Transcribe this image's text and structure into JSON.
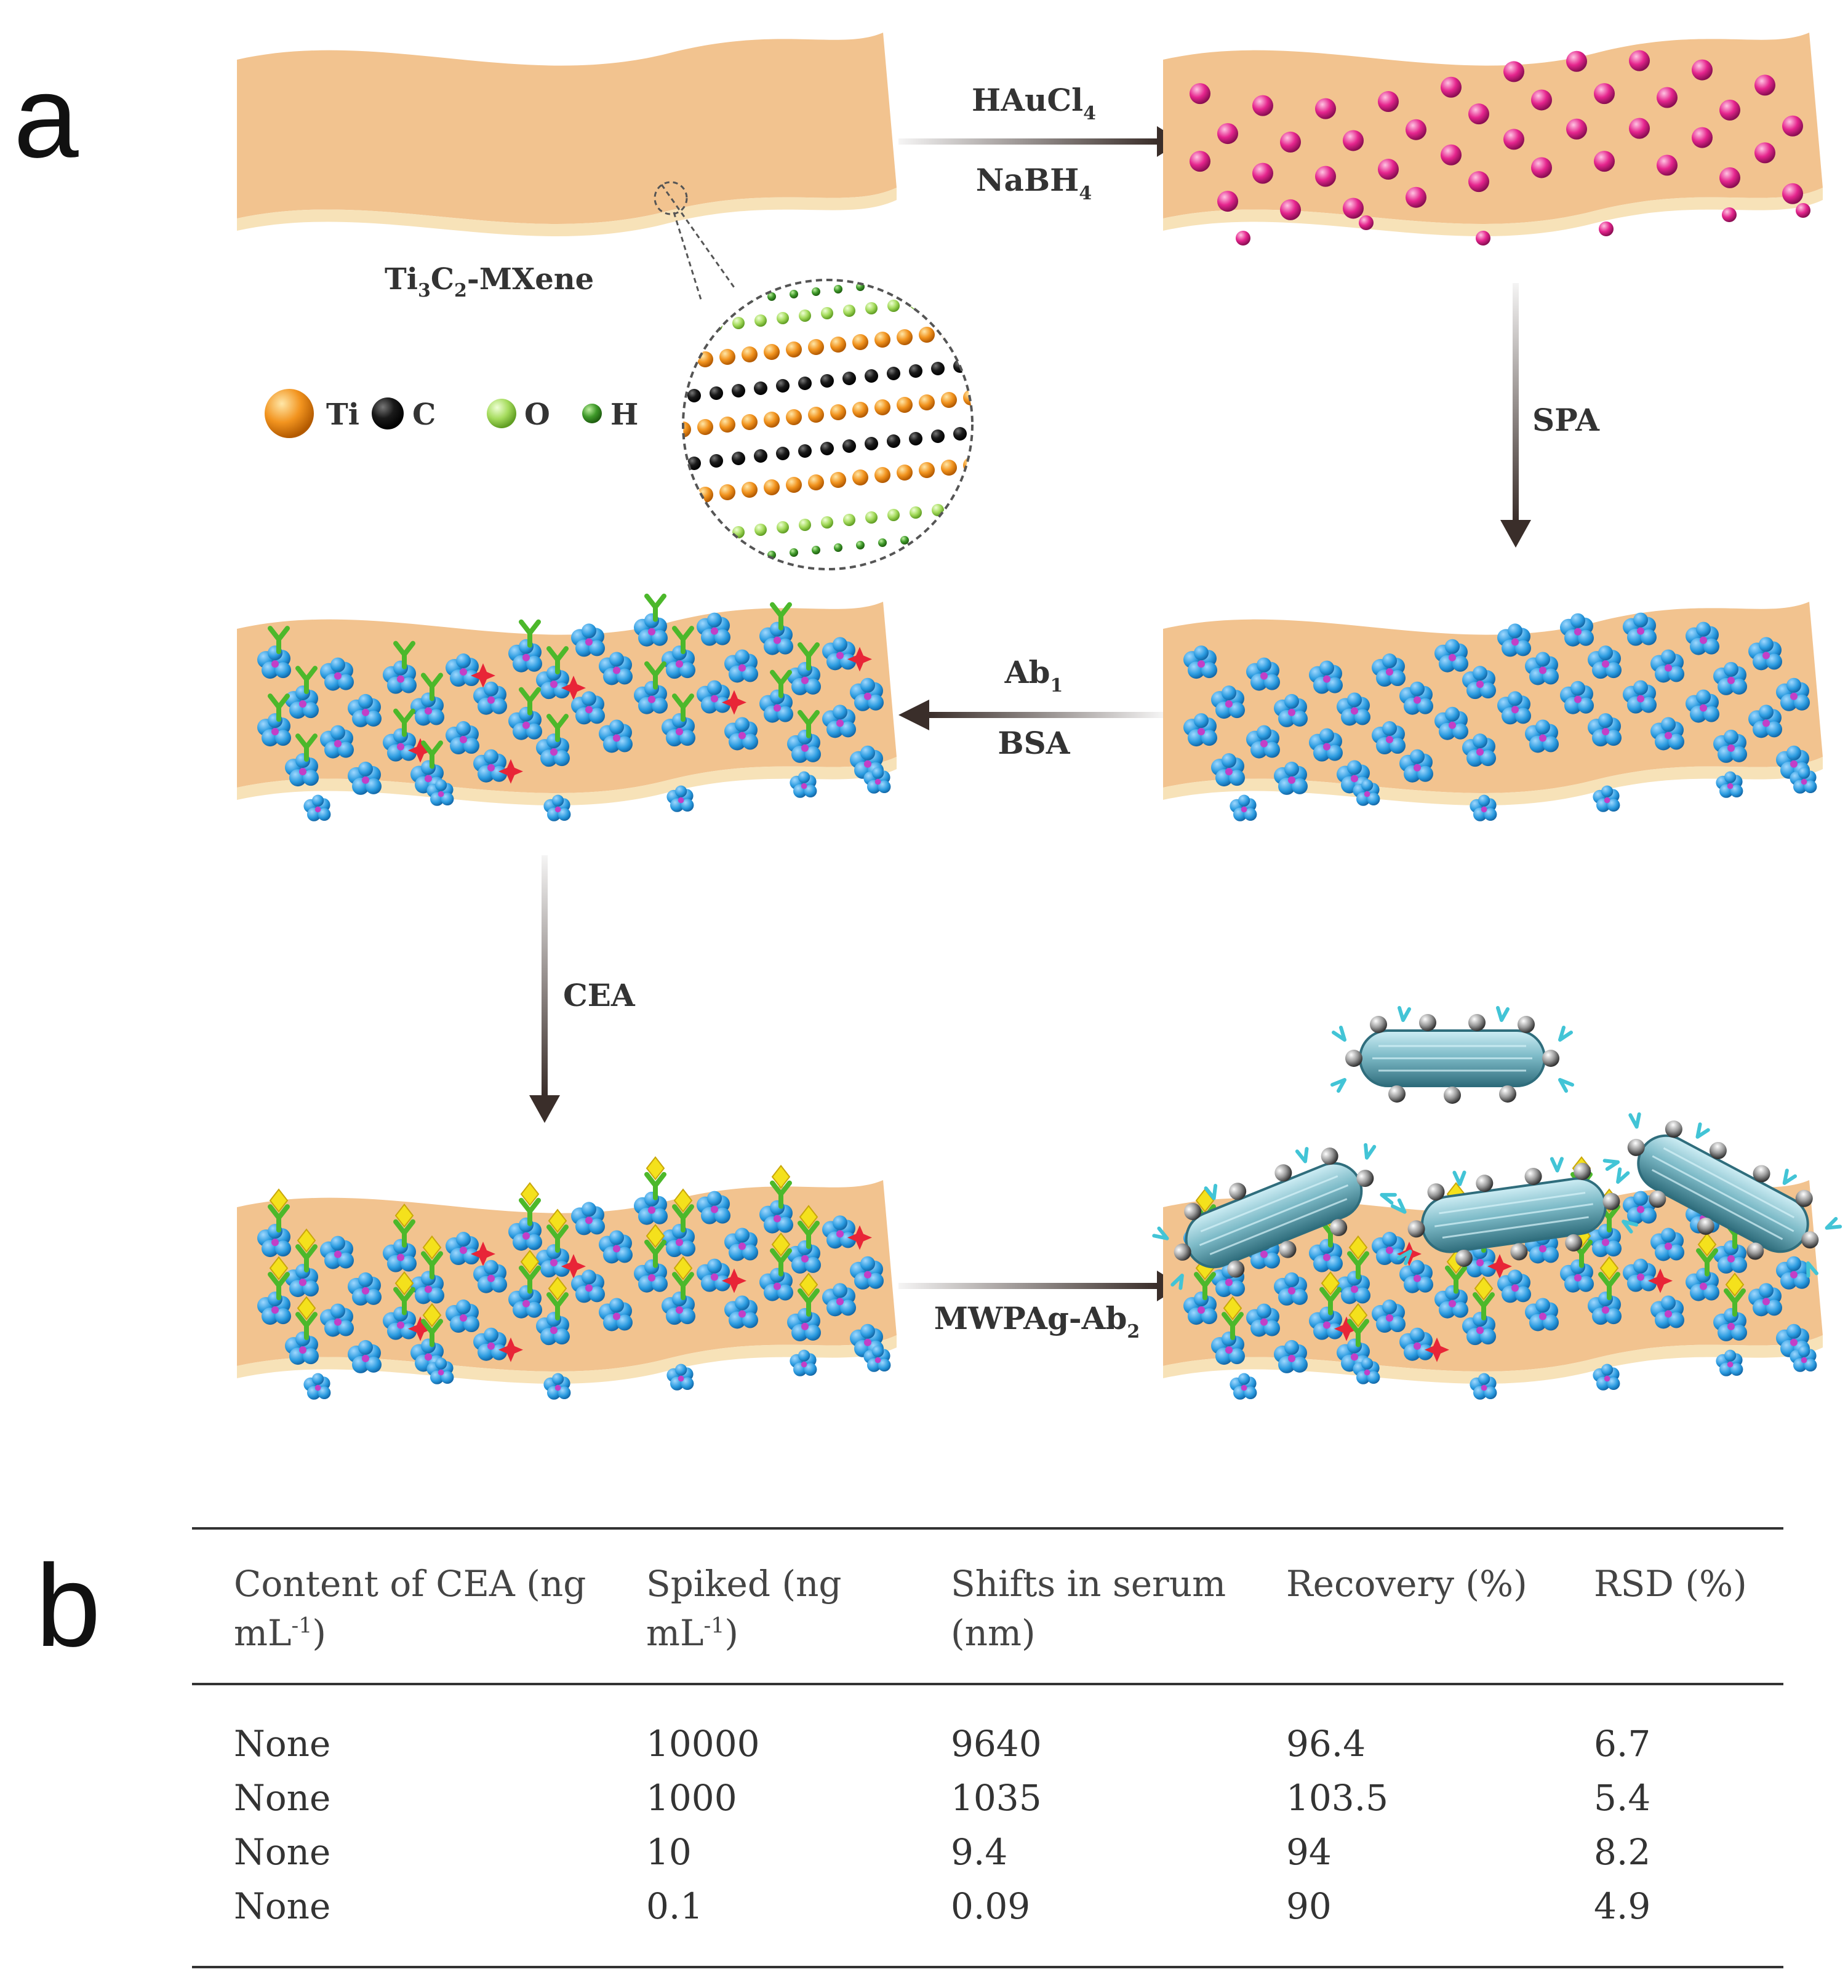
{
  "panel_a": {
    "letter": "a",
    "mxene_label": {
      "main": "Ti",
      "s1": "3",
      "mid": "C",
      "s2": "2",
      "tail": "-MXene"
    },
    "legend": [
      {
        "symbol": "Ti",
        "color": "#f2941f"
      },
      {
        "symbol": "C",
        "color": "#1a1a1a"
      },
      {
        "symbol": "O",
        "color": "#a6dc5e"
      },
      {
        "symbol": "H",
        "color": "#3f9a2a"
      }
    ],
    "steps": {
      "step1_top": {
        "main": "HAuCl",
        "sub": "4"
      },
      "step1_bottom": {
        "main": "NaBH",
        "sub": "4"
      },
      "step2": "SPA",
      "step3_top": {
        "main": "Ab",
        "sub": "1"
      },
      "step3_bottom": "BSA",
      "step4": "CEA",
      "step5": {
        "main": "MWPAg-Ab",
        "sub": "2"
      }
    },
    "colors": {
      "sheet": "#f2c38f",
      "sheet_edge": "#f7e2b8",
      "au_np": "#e5258e",
      "protein": "#2a9be0",
      "antibody": "#4cb82b",
      "antigen": "#f4e11c",
      "bsa": "#e82537",
      "nanotube": "#7fbcc9",
      "ag_np": "#8a8a8a",
      "arrow": "#3a2e2a"
    }
  },
  "panel_b": {
    "letter": "b",
    "headers": [
      {
        "line1": "Content of CEA (ng",
        "line2_main": "mL",
        "line2_sup": "-1",
        "line2_tail": ")"
      },
      {
        "line1": "Spiked (ng",
        "line2_main": "mL",
        "line2_sup": "-1",
        "line2_tail": ")"
      },
      {
        "line1": "Shifts in serum",
        "line2_main": "(nm)",
        "line2_sup": "",
        "line2_tail": ""
      },
      {
        "line1": "Recovery (%)",
        "line2_main": "",
        "line2_sup": "",
        "line2_tail": ""
      },
      {
        "line1": "RSD (%)",
        "line2_main": "",
        "line2_sup": "",
        "line2_tail": ""
      }
    ],
    "rows": [
      [
        "None",
        "10000",
        "9640",
        "96.4",
        "6.7"
      ],
      [
        "None",
        "1000",
        "1035",
        "103.5",
        "5.4"
      ],
      [
        "None",
        "10",
        "9.4",
        "94",
        "8.2"
      ],
      [
        "None",
        "0.1",
        "0.09",
        "90",
        "4.9"
      ]
    ]
  }
}
